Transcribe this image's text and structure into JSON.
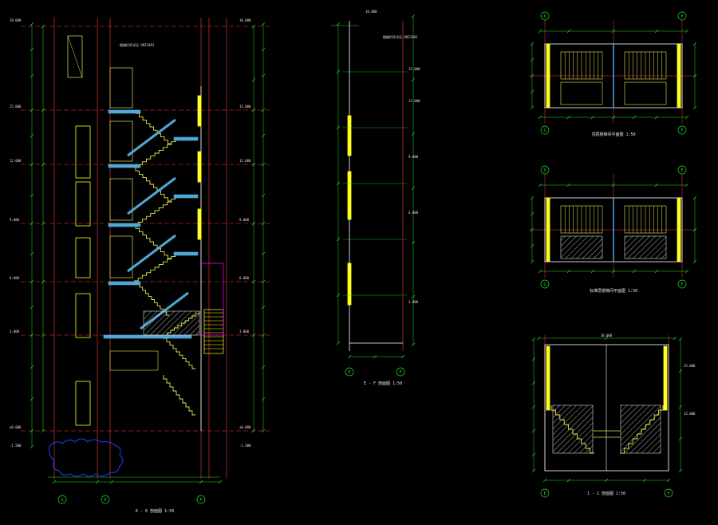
{
  "colors": {
    "background": "#000000",
    "grid": "#ff3b3b",
    "dimension": "#22dd22",
    "wall": "#ffffff",
    "stair": "#e6e64a",
    "slab": "#4fa8d8",
    "window": "#ffff22",
    "hatch": "#d8d8d8",
    "magenta": "#ff00ff",
    "cloud": "#1f3fff",
    "text": "#e8e8e8"
  },
  "main_section": {
    "title": "6 - 6 剖面图",
    "scale": "1:50",
    "axis_bubbles": [
      "G",
      "E",
      "F"
    ],
    "level_labels": [
      "18.000",
      "15.000",
      "12.000",
      "9.000",
      "6.000",
      "3.000",
      "±0.000",
      "-1.500"
    ],
    "note": "楼梯栏杆详见 98ZJ401"
  },
  "middle_section": {
    "title": "E - F 剖面图",
    "scale": "1:50",
    "axis_bubbles": [
      "E",
      "F"
    ],
    "top_label": "18.000",
    "level_labels": [
      "15.000",
      "12.000",
      "9.000",
      "6.000",
      "3.000"
    ],
    "note": "楼梯栏杆详见 98ZJ401"
  },
  "plan_top": {
    "title": "顶层楼梯间平面图",
    "scale": "1:50",
    "bubbles": [
      "D",
      "E",
      "G",
      "F"
    ]
  },
  "plan_mid": {
    "title": "标准层楼梯间平面图",
    "scale": "1:50",
    "bubbles": [
      "D",
      "E",
      "G",
      "F"
    ]
  },
  "bottom_section": {
    "title": "1 - 1 剖面图",
    "scale": "1:50",
    "bubbles": [
      "E",
      "F"
    ],
    "top_label": "18.000",
    "level_labels": [
      "15.000",
      "12.000"
    ]
  }
}
